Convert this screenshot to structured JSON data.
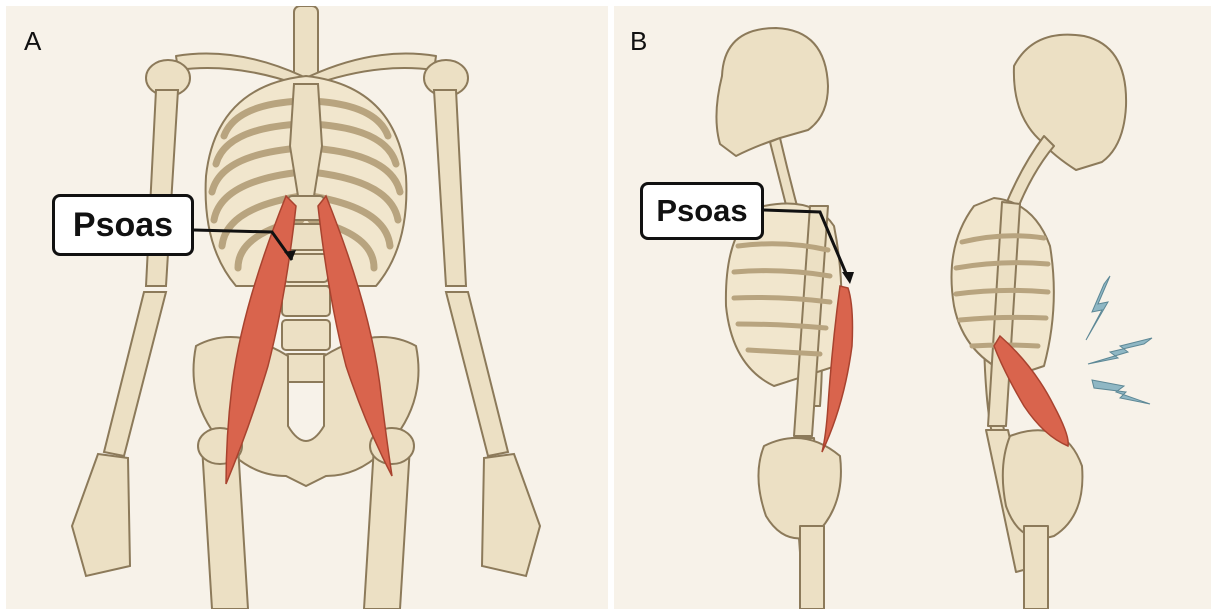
{
  "panels": {
    "a": {
      "letter": "A",
      "label": "Psoas"
    },
    "b": {
      "letter": "B",
      "label": "Psoas"
    }
  },
  "colors": {
    "background": "#f7f2e9",
    "bone": "#ece0c4",
    "bone_outline": "#8c7a5a",
    "muscle": "#d9644d",
    "pain_bolt": "#8fb7c4"
  },
  "icons": [
    "pain-lightning-icon"
  ]
}
